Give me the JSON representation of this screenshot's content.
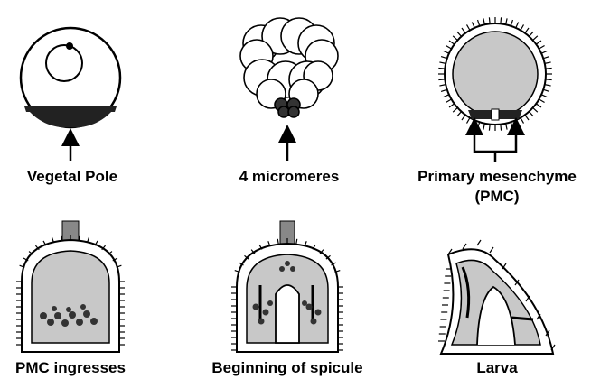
{
  "stages": [
    {
      "id": "vegetal-pole",
      "label": "Vegetal Pole"
    },
    {
      "id": "four-micromeres",
      "label": "4 micromeres"
    },
    {
      "id": "primary-mesenchyme",
      "label": "Primary mesenchyme",
      "sublabel": "(PMC)"
    },
    {
      "id": "pmc-ingresses",
      "label": "PMC ingresses"
    },
    {
      "id": "beginning-of-spicule",
      "label": "Beginning of spicule"
    },
    {
      "id": "larva",
      "label": "Larva"
    }
  ],
  "colors": {
    "stroke": "#000000",
    "tissue": "#c8c8c8",
    "background": "#ffffff",
    "cell": "#444444"
  }
}
